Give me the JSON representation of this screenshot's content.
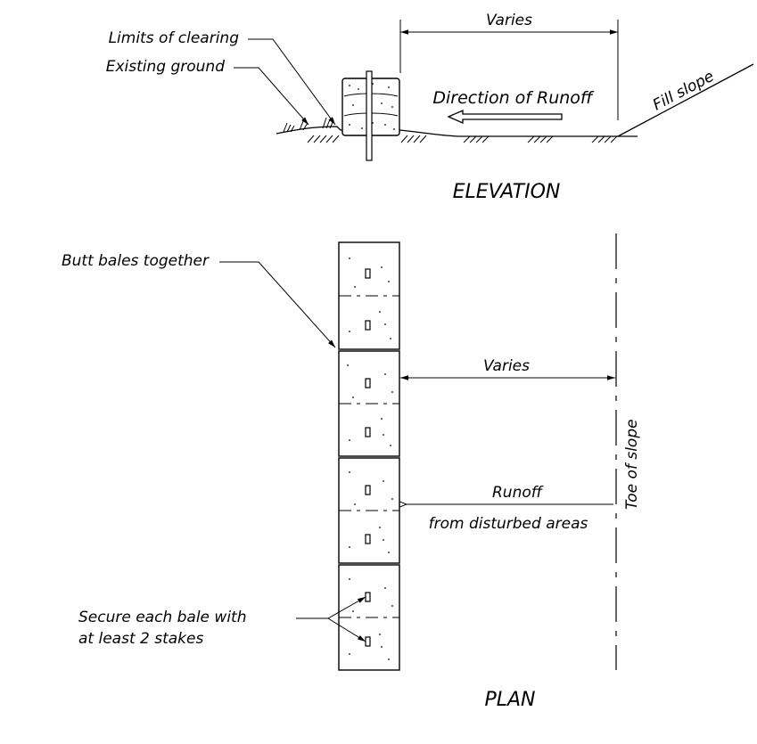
{
  "elevation": {
    "label_limits_of_clearing": "Limits of clearing",
    "label_existing_ground": "Existing ground",
    "label_varies": "Varies",
    "label_direction_of_runoff": "Direction of Runoff",
    "label_fill_slope": "Fill slope",
    "title": "ELEVATION"
  },
  "plan": {
    "label_butt_bales": "Butt bales together",
    "label_varies": "Varies",
    "label_toe_of_slope": "Toe of slope",
    "label_runoff": "Runoff",
    "label_from_disturbed": "from disturbed areas",
    "label_secure_line1": "Secure each bale with",
    "label_secure_line2": "at least 2 stakes",
    "title": "PLAN"
  }
}
